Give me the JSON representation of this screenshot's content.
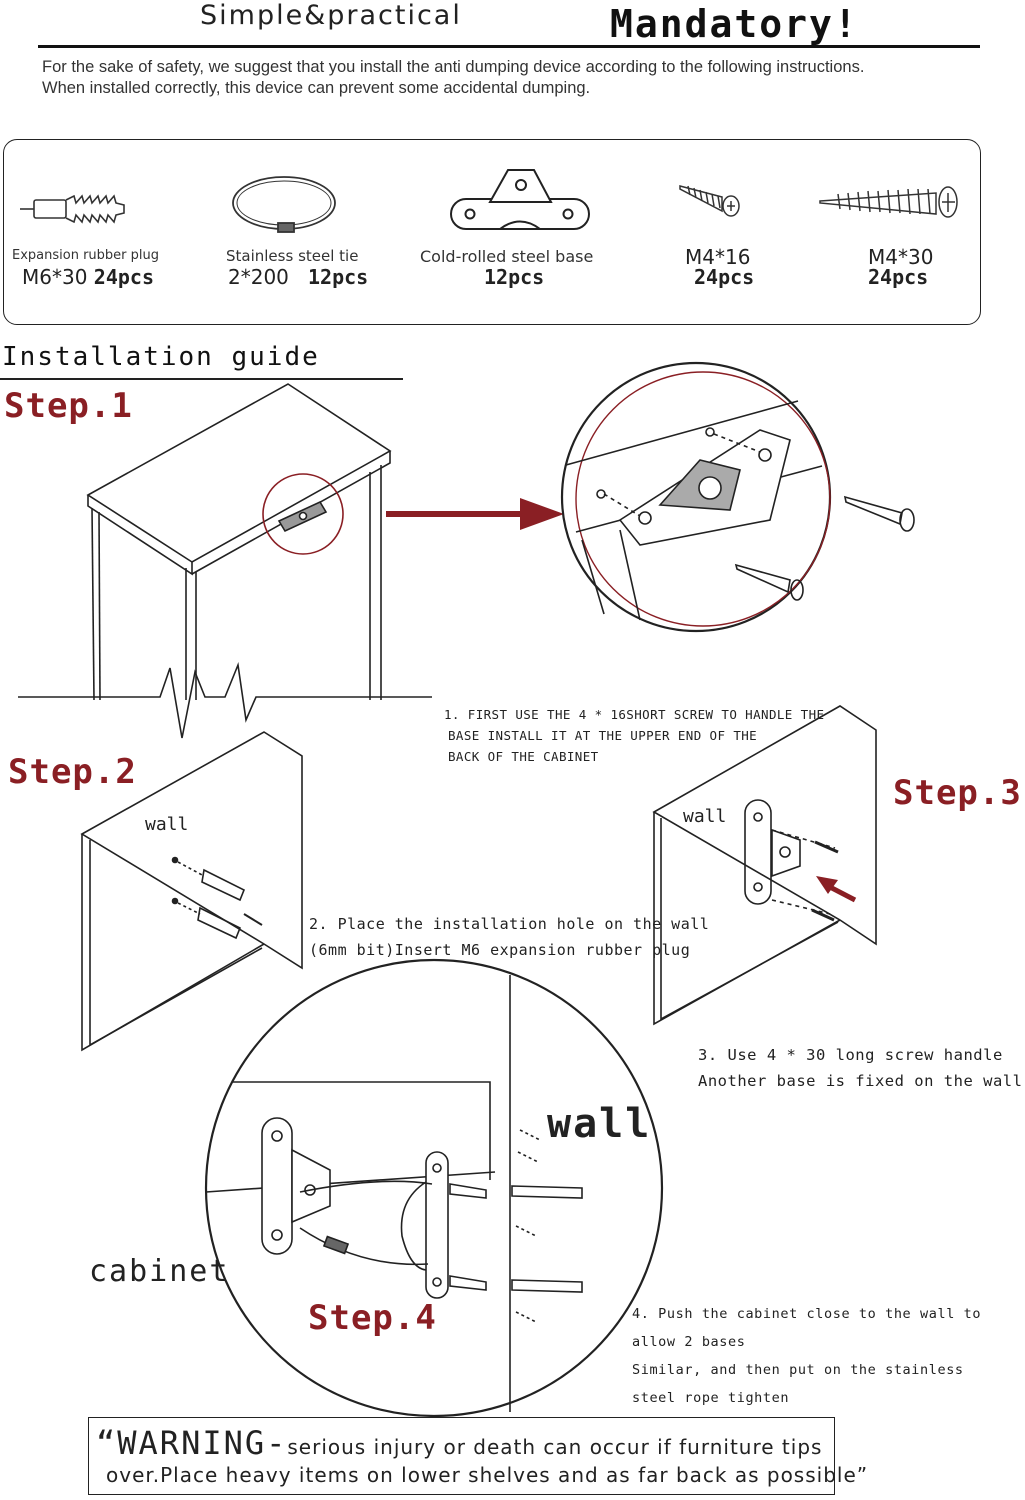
{
  "header": {
    "left": "Simple&practical",
    "right": "Mandatory!",
    "intro_line1": "For the sake of safety, we suggest that you install the anti dumping device according to the following instructions.",
    "intro_line2": "When installed correctly, this device can prevent some accidental dumping."
  },
  "parts": [
    {
      "label": "Expansion rubber plug",
      "size": "M6*30",
      "qty": "24pcs",
      "icon": "expansion-plug-icon"
    },
    {
      "label": "Stainless steel tie",
      "size": "2*200",
      "qty": "12pcs",
      "icon": "steel-tie-icon"
    },
    {
      "label": "Cold-rolled steel base",
      "size": "",
      "qty": "12pcs",
      "icon": "steel-base-icon"
    },
    {
      "label": "M4*16",
      "size": "",
      "qty": "24pcs",
      "icon": "short-screw-icon"
    },
    {
      "label": "M4*30",
      "size": "",
      "qty": "24pcs",
      "icon": "long-screw-icon"
    }
  ],
  "guide": {
    "title": "Installation guide",
    "steps": [
      {
        "label": "Step.1",
        "text": [
          "1. FIRST USE THE 4 * 16SHORT SCREW TO HANDLE THE",
          "BASE INSTALL IT AT THE UPPER END OF THE",
          "BACK OF THE CABINET"
        ]
      },
      {
        "label": "Step.2",
        "text": [
          "2. Place the installation hole on the wall",
          "(6mm bit)Insert M6 expansion rubber plug"
        ]
      },
      {
        "label": "Step.3",
        "text": [
          "3. Use 4 * 30 long screw handle",
          "Another base is fixed on the wall"
        ]
      },
      {
        "label": "Step.4",
        "text": [
          "4. Push the cabinet close to the wall to allow 2 bases",
          "Similar, and then put on the stainless",
          "steel rope tighten"
        ]
      }
    ],
    "labels": {
      "wall": "wall",
      "cabinet": "cabinet"
    }
  },
  "warning": {
    "head": "“WARNING-",
    "line1_rest": "serious injury or death can occur if furniture tips",
    "line2": "over.Place heavy items on lower shelves and as far  back  as possible”"
  },
  "colors": {
    "accent": "#8a1f24",
    "ink": "#222222"
  }
}
